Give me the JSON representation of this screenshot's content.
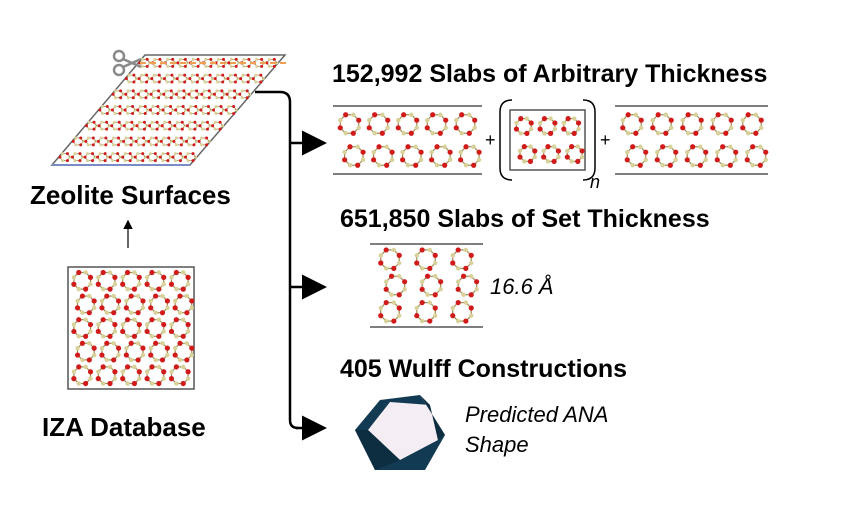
{
  "left": {
    "surfaces_title": "Zeolite Surfaces",
    "database_title": "IZA Database",
    "scissors_icon": "scissors-icon"
  },
  "right": {
    "arbitrary_title": "152,992 Slabs of Arbitrary Thickness",
    "set_title": "651,850 Slabs of Set Thickness",
    "thickness_label": "16.6 Å",
    "wulff_title": "405 Wulff Constructions",
    "shape_line1": "Predicted ANA",
    "shape_line2": "Shape",
    "plus_sign": "+",
    "repeat_symbol": "n"
  },
  "colors": {
    "oxygen": "#d11a1a",
    "silicon": "#d8d29a",
    "bond": "#a08a50",
    "cut_line": "#f0a050",
    "box_line": "#555555",
    "polyhedron": "#123a52",
    "polyhedron_face": "#f4eef4",
    "arrow": "#000000"
  }
}
